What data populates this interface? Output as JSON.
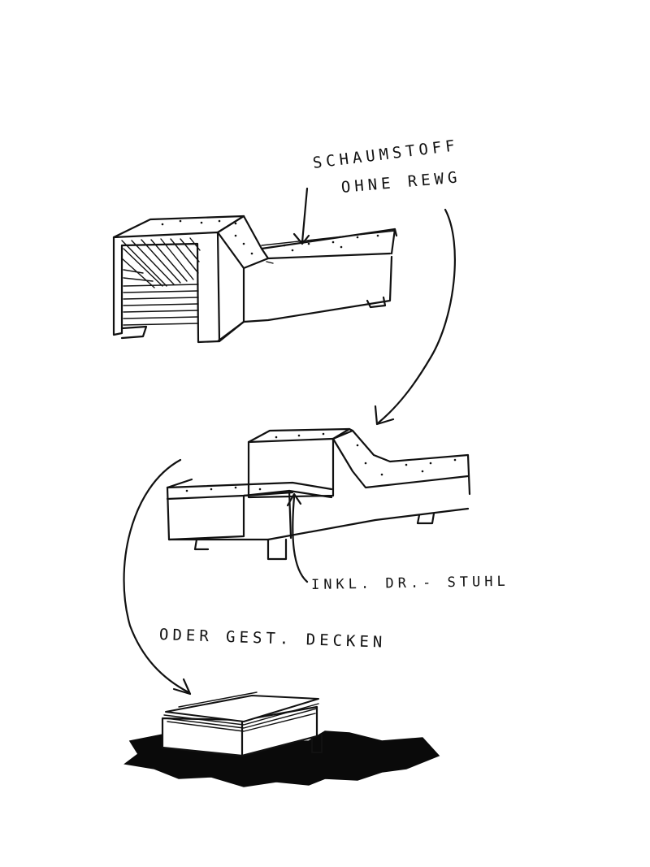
{
  "annotations": {
    "foam_line1": "SCHAUMSTOFF",
    "foam_line2": "OHNE REWG",
    "chair_note": "INKL. DR.- STUHL",
    "blanket_note": "ODER GEST. DECKEN"
  },
  "colors": {
    "ink": "#111111",
    "paper": "#ffffff"
  }
}
